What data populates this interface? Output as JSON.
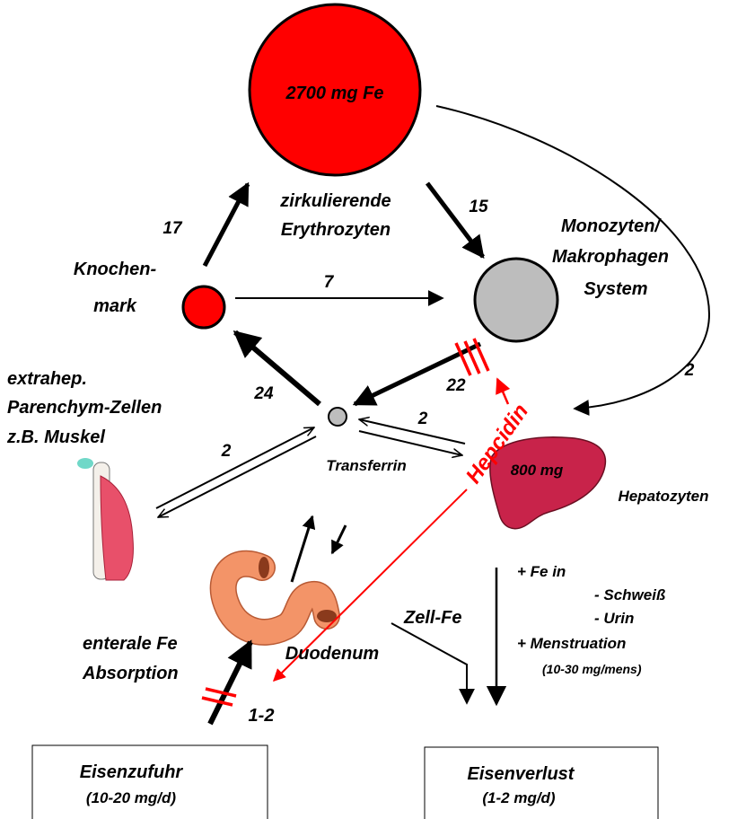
{
  "colors": {
    "erythrocytes": "#ff0000",
    "marrow": "#ff0000",
    "macrophage": "#bdbdbd",
    "transferrin": "#bdbdbd",
    "liver": "#c8234a",
    "hepcidin": "#ff0000",
    "duodenum": "#f39468",
    "muscle": "#e8506a"
  },
  "erythrocytes": {
    "amount": "2700 mg Fe",
    "label_line1": "zirkulierende",
    "label_line2": "Erythrozyten"
  },
  "marrow": {
    "label_line1": "Knochen-",
    "label_line2": "mark"
  },
  "macrophages": {
    "label_line1": "Monozyten/",
    "label_line2": "Makrophagen",
    "label_line3": "System"
  },
  "transferrin": {
    "label": "Transferrin"
  },
  "liver": {
    "amount": "800 mg",
    "label": "Hepatozyten"
  },
  "hepcidin": {
    "label": "Hepcidin"
  },
  "muscle": {
    "label_line1": "extrahep.",
    "label_line2": "Parenchym-Zellen",
    "label_line3": "z.B. Muskel"
  },
  "duodenum": {
    "label": "Duodenum"
  },
  "absorption": {
    "label_line1": "enterale Fe",
    "label_line2": "Absorption"
  },
  "cell_fe": {
    "label": "Zell-Fe"
  },
  "flows": {
    "marrow_to_rbc": "17",
    "rbc_to_macro": "15",
    "marrow_to_macro": "7",
    "macro_to_tf": "22",
    "tf_to_marrow": "24",
    "rbc_to_liver": "2",
    "tf_liver": "2",
    "tf_muscle": "2",
    "intake": "1-2"
  },
  "losses": {
    "line1": "+ Fe in",
    "line2": "- Schweiß",
    "line3": "- Urin",
    "line4": "+ Menstruation",
    "line5": "(10-30 mg/mens)"
  },
  "intake_box": {
    "title": "Eisenzufuhr",
    "value": "(10-20 mg/d)"
  },
  "loss_box": {
    "title": "Eisenverlust",
    "value": "(1-2 mg/d)"
  }
}
